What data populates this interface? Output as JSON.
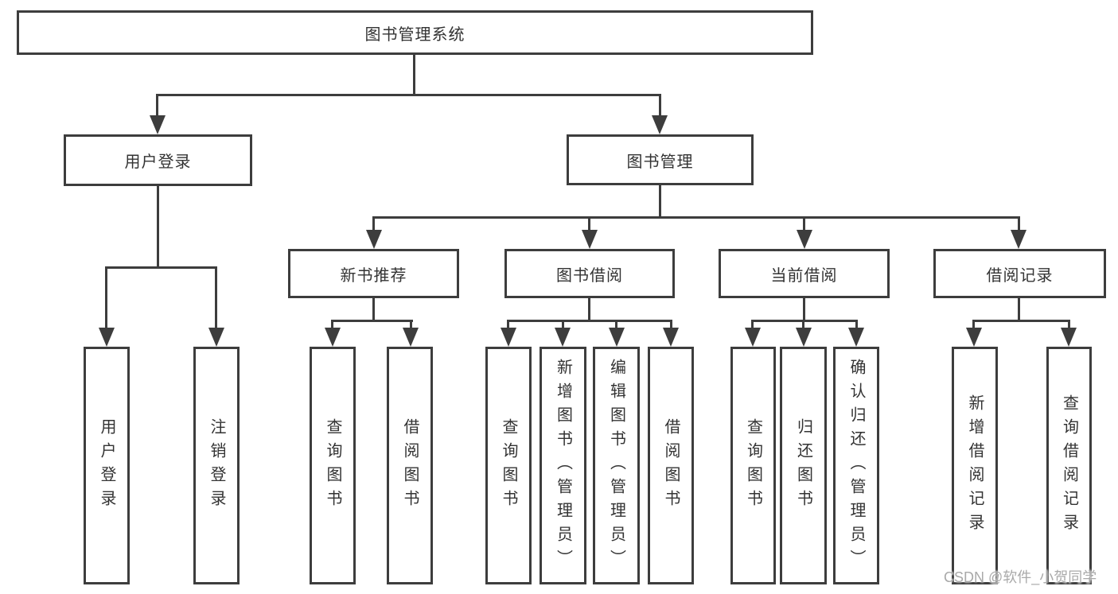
{
  "diagram": {
    "root_label": "图书管理系统",
    "level2": [
      {
        "label": "用户登录"
      },
      {
        "label": "图书管理"
      }
    ],
    "level3": [
      {
        "label": "新书推荐"
      },
      {
        "label": "图书借阅"
      },
      {
        "label": "当前借阅"
      },
      {
        "label": "借阅记录"
      }
    ],
    "leaves": {
      "login": [
        "用户登录",
        "注销登录"
      ],
      "new_books": [
        "查询图书",
        "借阅图书"
      ],
      "book_borrow": [
        "查询图书",
        "新增图书（管理员）",
        "编辑图书（管理员）",
        "借阅图书"
      ],
      "current_borrow": [
        "查询图书",
        "归还图书",
        "确认归还（管理员）"
      ],
      "borrow_records": [
        "新增借阅记录",
        "查询借阅记录"
      ]
    }
  },
  "watermark": {
    "text": "CSDN @软件_小贺同学"
  },
  "colors": {
    "line": "#3d3d3d",
    "text": "#333333",
    "watermark": "#a9a9a9",
    "background": "#ffffff"
  }
}
